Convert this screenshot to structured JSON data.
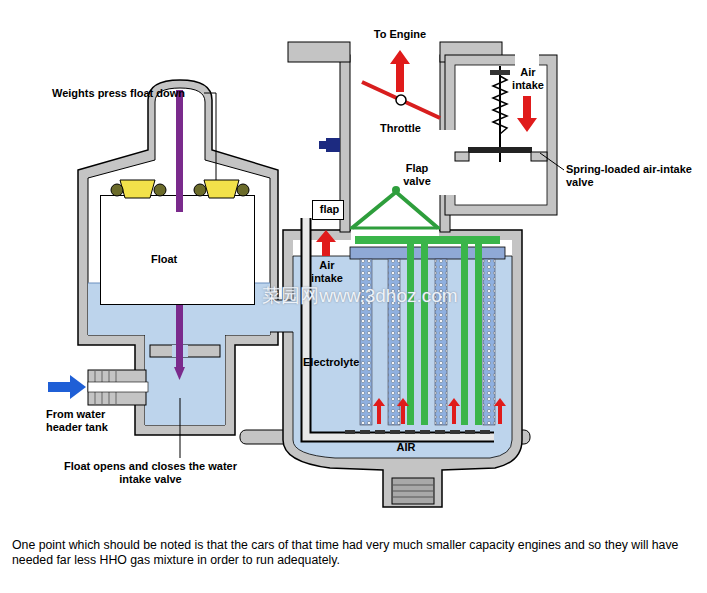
{
  "diagram": {
    "caption": "One point which should be noted is that the cars of that time had very much smaller capacity engines and so they will have needed far less HHO gas mixture in order to run adequately.",
    "nodes": [
      {
        "text": [
          "Float"
        ]
      },
      {
        "text": [
          "flap"
        ]
      },
      {
        "text": [
          "Electrolyte"
        ]
      }
    ],
    "labels": [
      "To Engine",
      "Air intake",
      "Throttle",
      "Weights press float down",
      "Flap valve",
      "Spring-loaded air-intake valve",
      "Air intake",
      "From water header tank",
      "Float opens and closes the water intake valve",
      "菜园网www.3dhoz.com",
      "AIR"
    ]
  }
}
